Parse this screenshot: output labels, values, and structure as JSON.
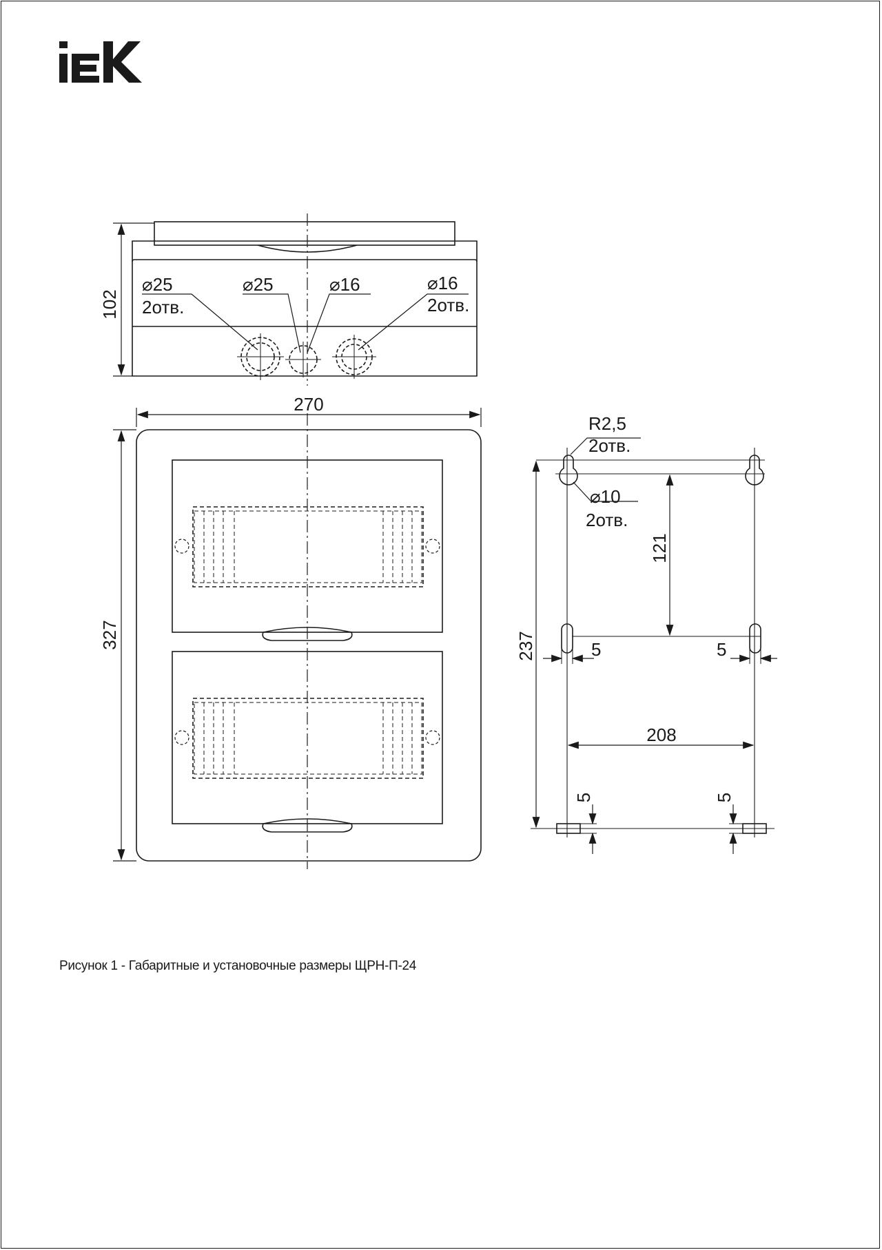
{
  "brand": {
    "logo_text": "IEK"
  },
  "caption": "Рисунок 1 - Габаритные и установочные размеры ЩРН-П-24",
  "top_view": {
    "height_dim": "102",
    "holes": [
      {
        "diameter": "25",
        "count": "2отв."
      },
      {
        "diameter": "25",
        "count": ""
      },
      {
        "diameter": "16",
        "count": ""
      },
      {
        "diameter": "16",
        "count": "2отв."
      }
    ],
    "diameter_symbol": "⌀"
  },
  "front_view": {
    "width_dim": "270",
    "height_dim": "327"
  },
  "mounting_view": {
    "radius_note": "R2,5",
    "radius_count": "2отв.",
    "hole_note": "10",
    "hole_count": "2отв.",
    "vertical_dim": "237",
    "upper_spacing_dim": "121",
    "horizontal_dim": "208",
    "slot_left_dim": "5",
    "slot_right_dim": "5",
    "foot_left_dim": "5",
    "foot_right_dim": "5"
  },
  "colors": {
    "line": "#1a1a1a",
    "background": "#ffffff"
  }
}
